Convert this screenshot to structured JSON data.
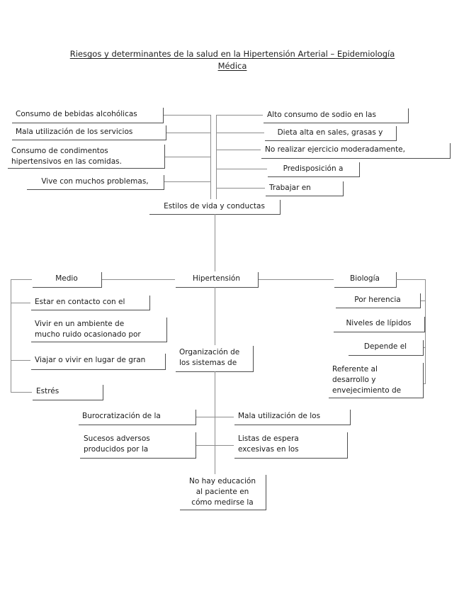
{
  "document": {
    "title_line1": "Riesgos y determinantes de la salud en la Hipertensión Arterial – Epidemiología",
    "title_line2": "Médica"
  },
  "diagram": {
    "type": "concept-map",
    "center_node": "Hipertensión",
    "nodes": {
      "lifestyle_hub": "Estilos de vida y conductas",
      "center": "Hipertensión",
      "environment": "Medio",
      "biology": "Biología",
      "organization": "Organización de\nlos sistemas de",
      "organization_line1": "Organización de",
      "organization_line2": "los sistemas de",
      "education": "No hay educación\nal paciente en\ncómo medirse la",
      "education_line1": "No hay educación",
      "education_line2": "al paciente en",
      "education_line3": "cómo medirse la"
    },
    "lifestyle_left": [
      {
        "label": "Consumo de bebidas alcohólicas"
      },
      {
        "label": "Mala utilización de los servicios"
      },
      {
        "label": "Consumo de condimentos\nhipertensivos en las comidas.",
        "line1": "Consumo de condimentos",
        "line2": "hipertensivos en las comidas."
      },
      {
        "label": "Vive con muchos problemas,"
      }
    ],
    "lifestyle_right": [
      {
        "label": "Alto consumo de sodio en las"
      },
      {
        "label": "Dieta alta en sales, grasas y"
      },
      {
        "label": "No realizar ejercicio moderadamente,"
      },
      {
        "label": "Predisposición a"
      },
      {
        "label": "Trabajar en"
      }
    ],
    "environment_children": [
      {
        "label": "Estar en contacto con el"
      },
      {
        "label": "Vivir en un ambiente de\nmucho ruido ocasionado por",
        "line1": "Vivir en un ambiente de",
        "line2": "mucho ruido ocasionado por"
      },
      {
        "label": "Viajar o vivir en lugar de gran"
      },
      {
        "label": "Estrés"
      }
    ],
    "biology_children": [
      {
        "label": "Por herencia"
      },
      {
        "label": "Niveles de lípidos"
      },
      {
        "label": "Depende el"
      },
      {
        "label": "Referente al\ndesarrollo y\nenvejecimiento de",
        "line1": "Referente al",
        "line2": "desarrollo y",
        "line3": "envejecimiento de"
      }
    ],
    "organization_left": [
      {
        "label": "Burocratización de la"
      },
      {
        "label": "Sucesos adversos\nproducidos por la",
        "line1": "Sucesos adversos",
        "line2": "producidos por la"
      }
    ],
    "organization_right": [
      {
        "label": "Mala utilización de los"
      },
      {
        "label": "Listas de espera\nexcesivas en los",
        "line1": "Listas de espera",
        "line2": "excesivas en los"
      }
    ]
  },
  "colors": {
    "page_background": "#ffffff",
    "box_border": "#4a4a4a",
    "connector_line": "#8d8d8d",
    "text": "#1a1a1a"
  }
}
